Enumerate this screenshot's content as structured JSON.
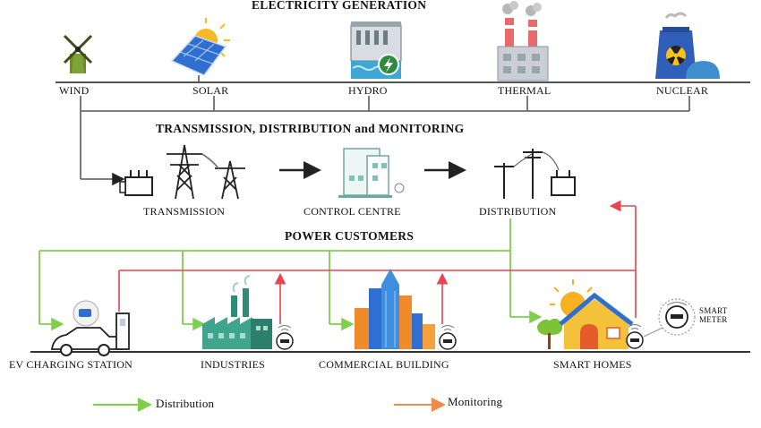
{
  "headers": {
    "generation": "ELECTRICITY GENERATION",
    "transmission": "TRANSMISSION, DISTRIBUTION and MONITORING",
    "customers": "POWER CUSTOMERS"
  },
  "sources": [
    "WIND",
    "SOLAR",
    "HYDRO",
    "THERMAL",
    "NUCLEAR"
  ],
  "grid": {
    "transmission": "TRANSMISSION",
    "control_centre": "CONTROL CENTRE",
    "distribution": "DISTRIBUTION"
  },
  "customers": {
    "ev": "EV CHARGING STATION",
    "industries": "INDUSTRIES",
    "commercial": "COMMERCIAL BUILDING",
    "homes": "SMART HOMES"
  },
  "smart_meter": {
    "line1": "SMART",
    "line2": "METER"
  },
  "legend": {
    "distribution": "Distribution",
    "monitoring": "Monitoring"
  },
  "colors": {
    "distribution": "#7ed04a",
    "monitoring": "#e8434f",
    "line": "#6b6b6b",
    "dark": "#1a1a1a"
  }
}
